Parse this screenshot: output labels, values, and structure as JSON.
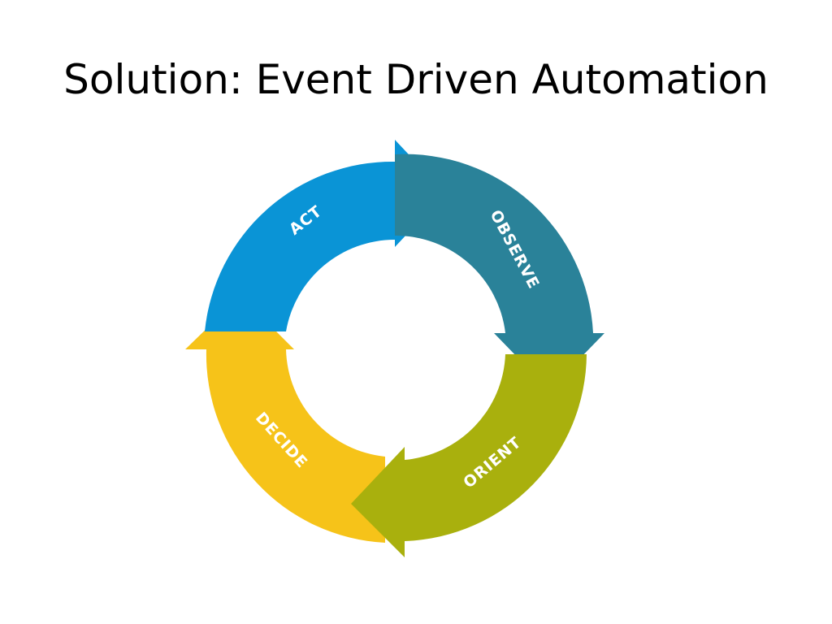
{
  "slide": {
    "title": "Solution: Event Driven Automation"
  },
  "cycle": {
    "stages": [
      {
        "label": "ACT",
        "color": "#0a94d6"
      },
      {
        "label": "OBSERVE",
        "color": "#2a8299"
      },
      {
        "label": "ORIENT",
        "color": "#a9b00d"
      },
      {
        "label": "DECIDE",
        "color": "#f6c319"
      }
    ]
  }
}
